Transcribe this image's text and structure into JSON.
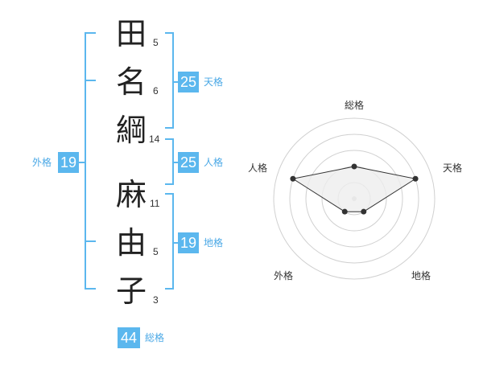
{
  "name": {
    "surname": [
      {
        "char": "田",
        "strokes": "5"
      },
      {
        "char": "名",
        "strokes": "6"
      },
      {
        "char": "綱",
        "strokes": "14"
      }
    ],
    "given": [
      {
        "char": "麻",
        "strokes": "11"
      },
      {
        "char": "由",
        "strokes": "5"
      },
      {
        "char": "子",
        "strokes": "3"
      }
    ]
  },
  "fortunes": {
    "tenkaku": {
      "value": "25",
      "label": "天格"
    },
    "jinkaku": {
      "value": "25",
      "label": "人格"
    },
    "chikaku": {
      "value": "19",
      "label": "地格"
    },
    "gaikaku": {
      "value": "19",
      "label": "外格"
    },
    "soukaku": {
      "value": "44",
      "label": "総格"
    }
  },
  "chart_data": {
    "type": "radar",
    "axes": [
      "総格",
      "天格",
      "地格",
      "外格",
      "人格"
    ],
    "values": [
      2,
      4,
      1,
      1,
      4
    ],
    "max": 5,
    "grid_rings": 5,
    "colors": {
      "accent": "#5bb7ee",
      "line": "#333333",
      "fill": "#eeeeee",
      "grid": "#d0d0d0"
    }
  }
}
